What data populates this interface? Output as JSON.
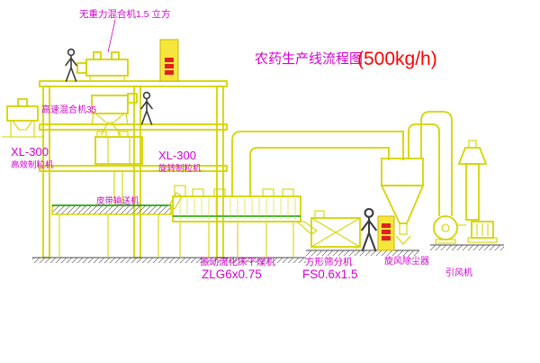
{
  "title": {
    "main": "农药生产线流程图",
    "capacity": "(500kg/h)"
  },
  "labels": {
    "top_mixer": "无重力混合机1.5 立方",
    "high_speed_mixer": "高速混合机35",
    "granulator_left_model": "XL-300",
    "granulator_left_name": "高效制粒机",
    "granulator_mid_model": "XL-300",
    "granulator_mid_name": "旋转制粒机",
    "belt_conveyor": "皮带输送机",
    "dryer_name": "振动流化床干燥机",
    "dryer_model": "ZLG6x0.75",
    "sieve_name": "方形筛分机",
    "sieve_model": "FS0.6x1.5",
    "cyclone": "旋风除尘器",
    "fan": "引风机"
  },
  "colors": {
    "equipment_line": "#d4d400",
    "label_magenta": "#d400d4",
    "capacity_red": "#ff0000",
    "accent_green": "#00a000",
    "cabinet_fill": "#f6e63c",
    "cabinet_text_red": "#e02020"
  }
}
